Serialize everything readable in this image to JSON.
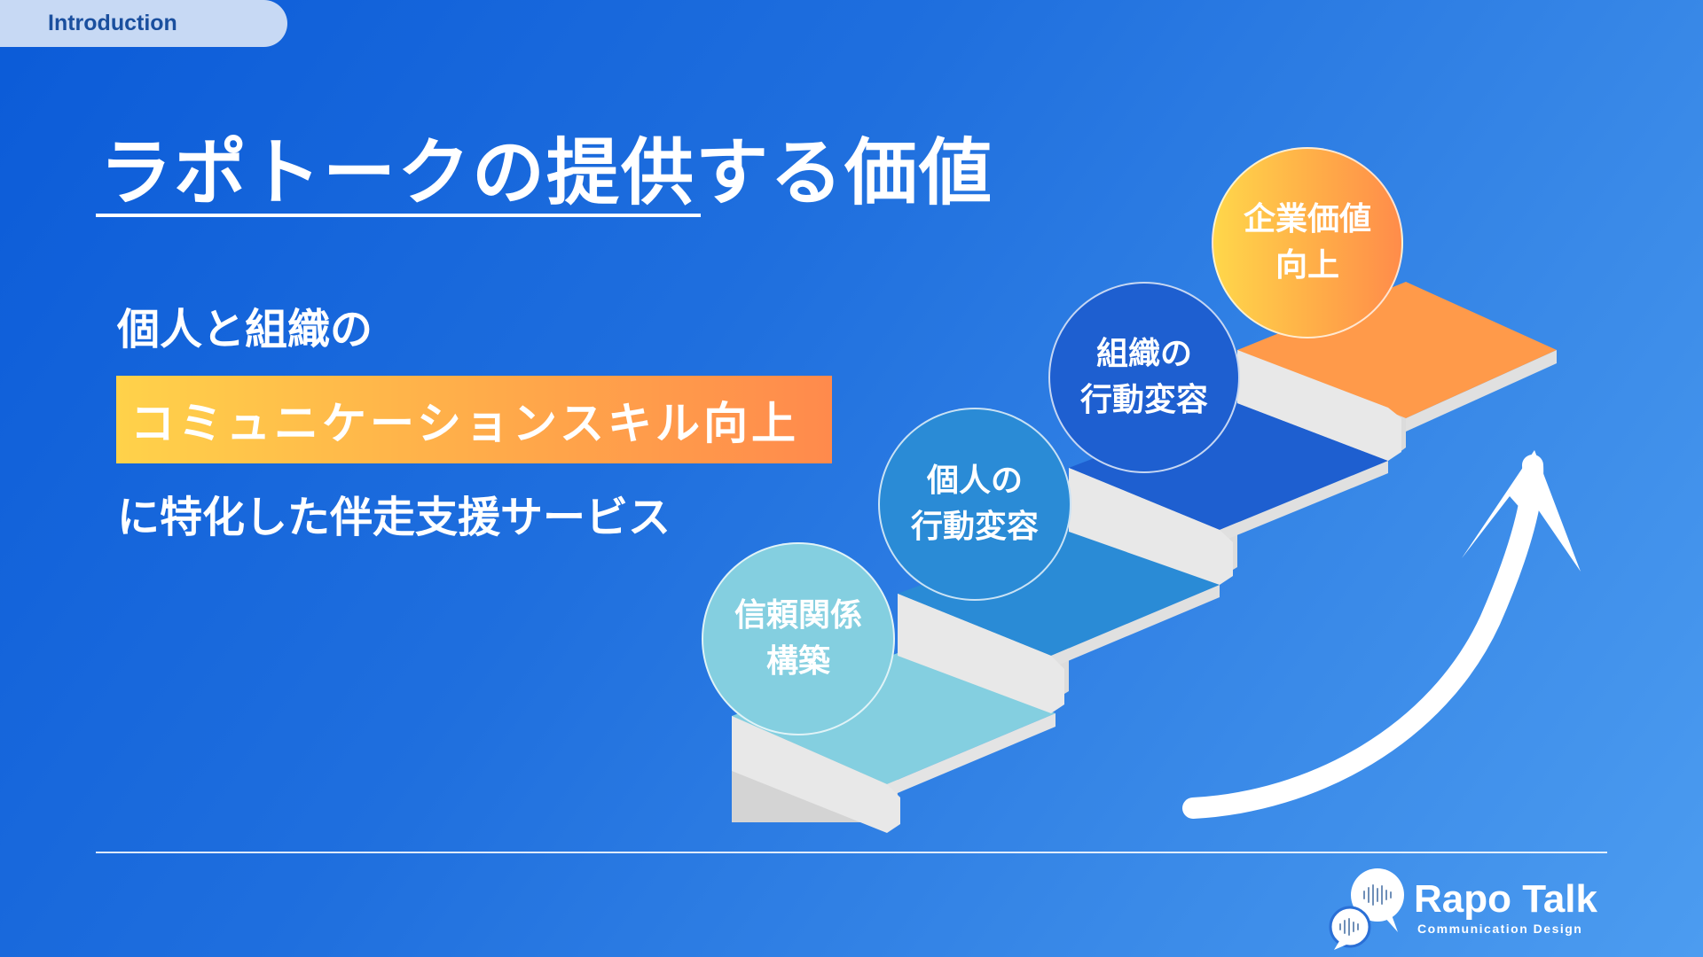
{
  "section_tag": "Introduction",
  "title": "ラポトークの提供する価値",
  "lead": {
    "line1": "個人と組織の",
    "highlight": "コミュニケーションスキル向上",
    "line3": "に特化した伴走支援サービス"
  },
  "steps": [
    {
      "line1": "信頼関係",
      "line2": "構築"
    },
    {
      "line1": "個人の",
      "line2": "行動変容"
    },
    {
      "line1": "組織の",
      "line2": "行動変容"
    },
    {
      "line1": "企業価値",
      "line2": "向上"
    }
  ],
  "logo": {
    "name": "Rapo Talk",
    "tagline": "Communication Design"
  },
  "colors": {
    "background": "#1f6fde",
    "step1": "#84cfe0",
    "step2": "#2a8bd6",
    "step3": "#1e5fd0",
    "step4": "#ff9a4a",
    "highlight_start": "#ffd24a",
    "highlight_end": "#ff8a4c"
  },
  "icons": [
    "speech-bubbles-icon",
    "rising-arrow-icon"
  ]
}
